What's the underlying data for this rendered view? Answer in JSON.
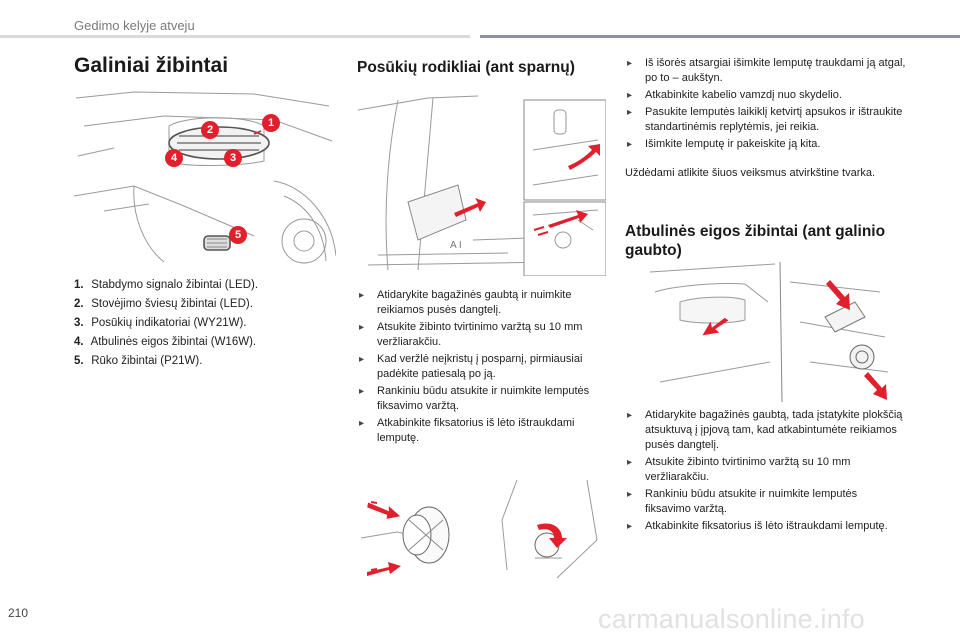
{
  "header": {
    "chapter": "Gedimo kelyje atveju"
  },
  "page_number": "210",
  "watermark": "carmanualsonline.info",
  "left": {
    "title": "Galiniai žibintai",
    "callouts": [
      "1",
      "2",
      "3",
      "4",
      "5"
    ],
    "items": [
      {
        "num": "1.",
        "text": "Stabdymo signalo žibintai (LED)."
      },
      {
        "num": "2.",
        "text": "Stovėjimo šviesų žibintai (LED)."
      },
      {
        "num": "3.",
        "text": "Posūkių indikatoriai (WY21W)."
      },
      {
        "num": "4.",
        "text": "Atbulinės eigos žibintai (W16W)."
      },
      {
        "num": "5.",
        "text": "Rūko žibintai (P21W)."
      }
    ]
  },
  "middle": {
    "title": "Posūkių rodikliai (ant sparnų)",
    "fig_text": "A I",
    "steps": [
      "Atidarykite bagažinės gaubtą ir nuimkite reikiamos pusės dangtelį.",
      "Atsukite žibinto tvirtinimo varžtą su 10 mm veržliarakčiu.",
      "Kad veržlė neįkristų į posparnį, pirmiausiai padėkite patiesalą po ją.",
      "Rankiniu būdu atsukite ir nuimkite lemputės fiksavimo varžtą.",
      "Atkabinkite fiksatorius iš lėto ištraukdami lemputę."
    ]
  },
  "right": {
    "steps": [
      "Iš išorės atsargiai išimkite lemputę traukdami ją atgal, po to – aukštyn.",
      "Atkabinkite kabelio vamzdį nuo skydelio.",
      "Pasukite lemputės laikiklį ketvirtį apsukos ir ištraukite standartinėmis replytėmis, jei reikia.",
      "Išimkite lemputę ir pakeiskite ją kita."
    ],
    "note": "Uždėdami atlikite šiuos veiksmus atvirkštine tvarka.",
    "title": "Atbulinės eigos žibintai (ant galinio gaubto)",
    "steps2": [
      "Atidarykite bagažinės gaubtą, tada įstatykite plokščią atsuktuvą į įpjovą tam, kad atkabintumėte reikiamos pusės dangtelį.",
      "Atsukite žibinto tvirtinimo varžtą su 10 mm veržliarakčiu.",
      "Rankiniu būdu atsukite ir nuimkite lemputės fiksavimo varžtą.",
      "Atkabinkite fiksatorius iš lėto ištraukdami lemputę."
    ]
  },
  "colors": {
    "accent_red": "#e0202d",
    "header_bar": "#8d8fa6",
    "line": "#9a9a9a"
  }
}
